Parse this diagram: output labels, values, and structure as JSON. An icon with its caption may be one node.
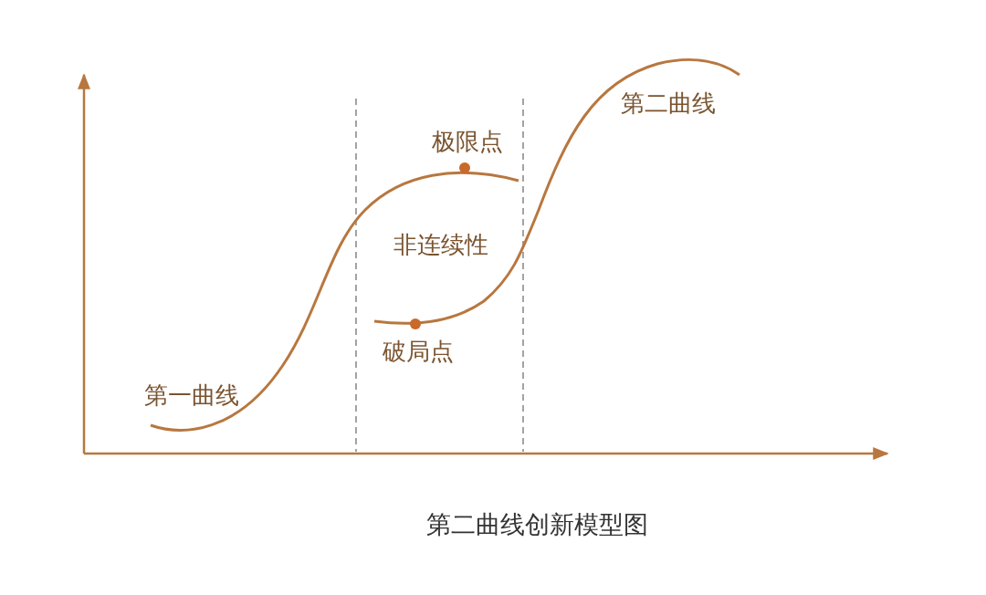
{
  "diagram": {
    "caption": "第二曲线创新模型图",
    "labels": [
      "第二曲线",
      "极限点",
      "非连续性",
      "破局点",
      "第一曲线"
    ]
  }
}
